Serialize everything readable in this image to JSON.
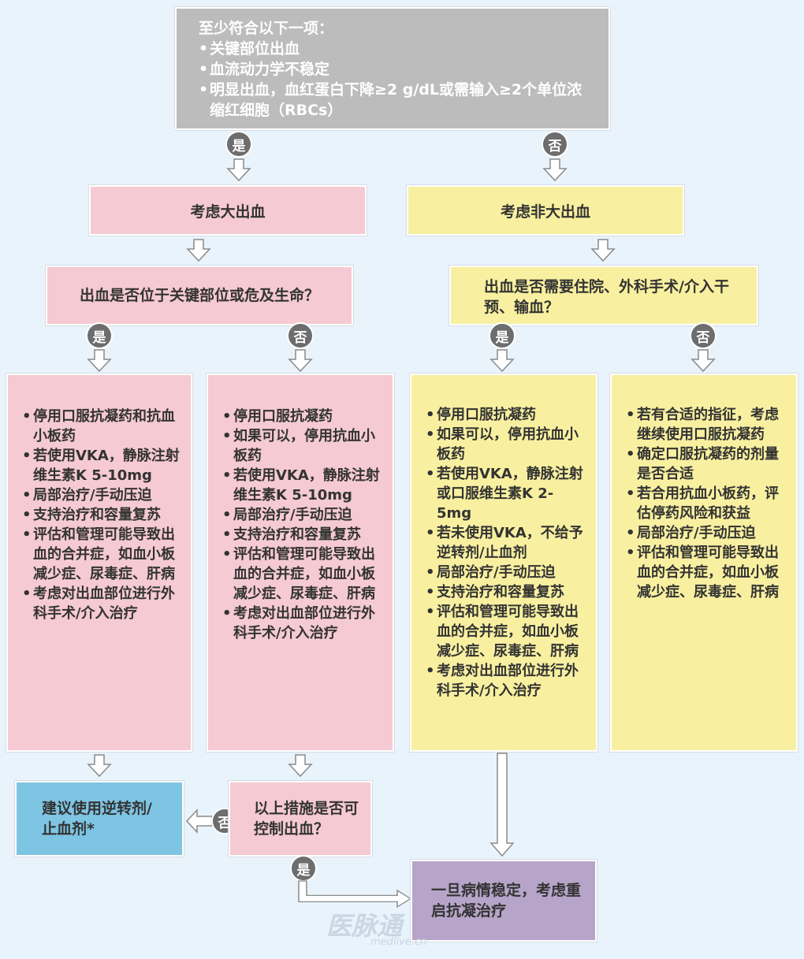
{
  "top": {
    "heading": "至少符合以下一项：",
    "items": [
      "关键部位出血",
      "血流动力学不稳定",
      "明显出血，血红蛋白下降≥2 g/dL或需输入≥2个单位浓缩红细胞（RBCs）"
    ]
  },
  "labels": {
    "yes": "是",
    "no": "否"
  },
  "major": {
    "title": "考虑大出血",
    "question": "出血是否位于关键部位或危及生命？",
    "yes_items": [
      "停用口服抗凝药和抗血小板药",
      "若使用VKA，静脉注射维生素K 5-10mg",
      "局部治疗/手动压迫",
      "支持治疗和容量复苏",
      "评估和管理可能导致出血的合并症，如血小板减少症、尿毒症、肝病",
      "考虑对出血部位进行外科手术/介入治疗"
    ],
    "no_items": [
      "停用口服抗凝药",
      "如果可以，停用抗血小板药",
      "若使用VKA，静脉注射维生素K 5-10mg",
      "局部治疗/手动压迫",
      "支持治疗和容量复苏",
      "评估和管理可能导致出血的合并症，如血小板减少症、尿毒症、肝病",
      "考虑对出血部位进行外科手术/介入治疗"
    ],
    "control_question": "以上措施是否可控制出血？",
    "reversal": "建议使用逆转剂/止血剂*"
  },
  "minor": {
    "title": "考虑非大出血",
    "question": "出血是否需要住院、外科手术/介入干预、输血？",
    "yes_items": [
      "停用口服抗凝药",
      "如果可以，停用抗血小板药",
      "若使用VKA，静脉注射或口服维生素K 2-5mg",
      "若未使用VKA，不给予逆转剂/止血剂",
      "局部治疗/手动压迫",
      "支持治疗和容量复苏",
      "评估和管理可能导致出血的合并症，如血小板减少症、尿毒症、肝病",
      "考虑对出血部位进行外科手术/介入治疗"
    ],
    "no_items": [
      "若有合适的指征，考虑继续使用口服抗凝药",
      "确定口服抗凝药的剂量是否合适",
      "若合用抗血小板药，评估停药风险和获益",
      "局部治疗/手动压迫",
      "评估和管理可能导致出血的合并症，如血小板减少症、尿毒症、肝病"
    ]
  },
  "restart": "一旦病情稳定，考虑重启抗凝治疗",
  "watermark": {
    "logo": "医脉通",
    "url": "medlive.cn"
  }
}
